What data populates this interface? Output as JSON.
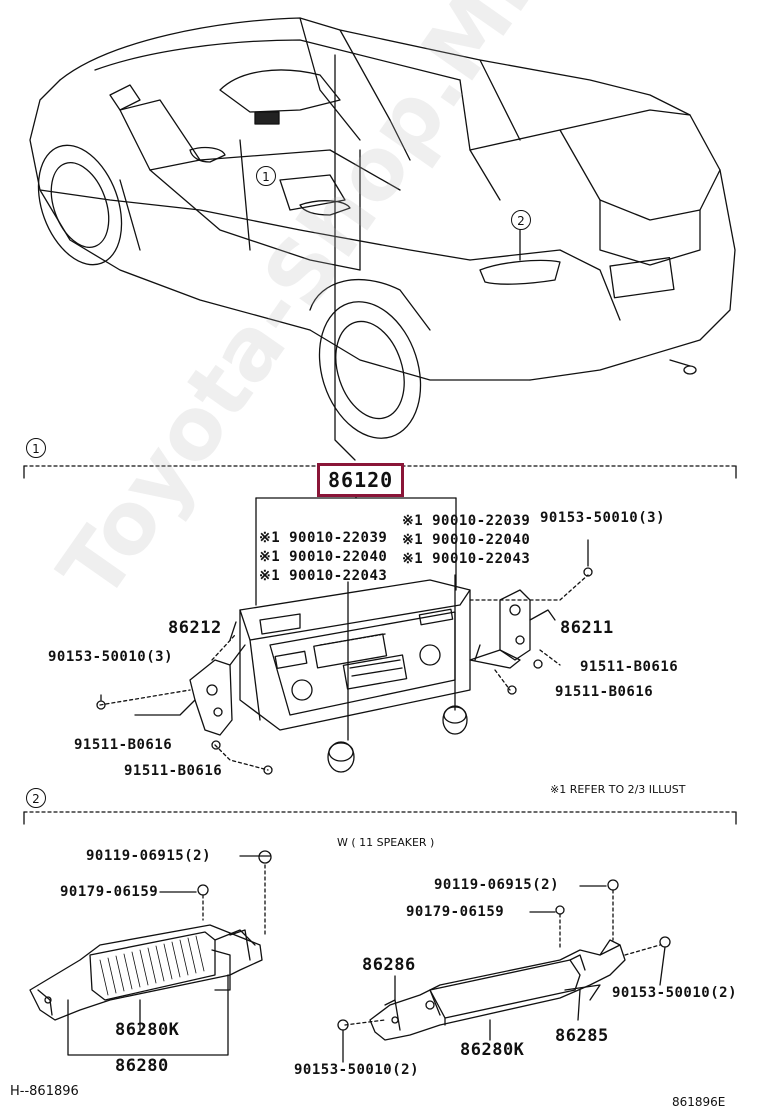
{
  "section_markers": {
    "one": "1",
    "two": "2"
  },
  "highlight_part": "86120",
  "watermark": "Toyota-Shop.Mirra.ru",
  "section1_labels": {
    "p86212": "86212",
    "p86211": "86211",
    "bolt_left": "90153-50010(3)",
    "bolt_right": "90153-50010(3)",
    "screw_l1": "91511-B0616",
    "screw_l2": "91511-B0616",
    "screw_r1": "91511-B0616",
    "screw_r2": "91511-B0616",
    "knob_left_1": "※1 90010-22039",
    "knob_left_2": "※1 90010-22040",
    "knob_left_3": "※1 90010-22043",
    "knob_right_1": "※1 90010-22039",
    "knob_right_2": "※1 90010-22040",
    "knob_right_3": "※1 90010-22043",
    "note": "※1 REFER TO 2/3 ILLUST"
  },
  "section2_labels": {
    "speaker_note": "W ( 11 SPEAKER )",
    "left_bolt": "90119-06915(2)",
    "left_nut": "90179-06159",
    "left_amp_k": "86280K",
    "left_amp": "86280",
    "right_bolt": "90119-06915(2)",
    "right_nut": "90179-06159",
    "p86286": "86286",
    "p86285": "86285",
    "right_amp_k": "86280K",
    "right_bolt2": "90153-50010(2)",
    "bottom_bolt": "90153-50010(2)"
  },
  "footer": {
    "left_code": "H--861896",
    "right_code": "861896E"
  }
}
